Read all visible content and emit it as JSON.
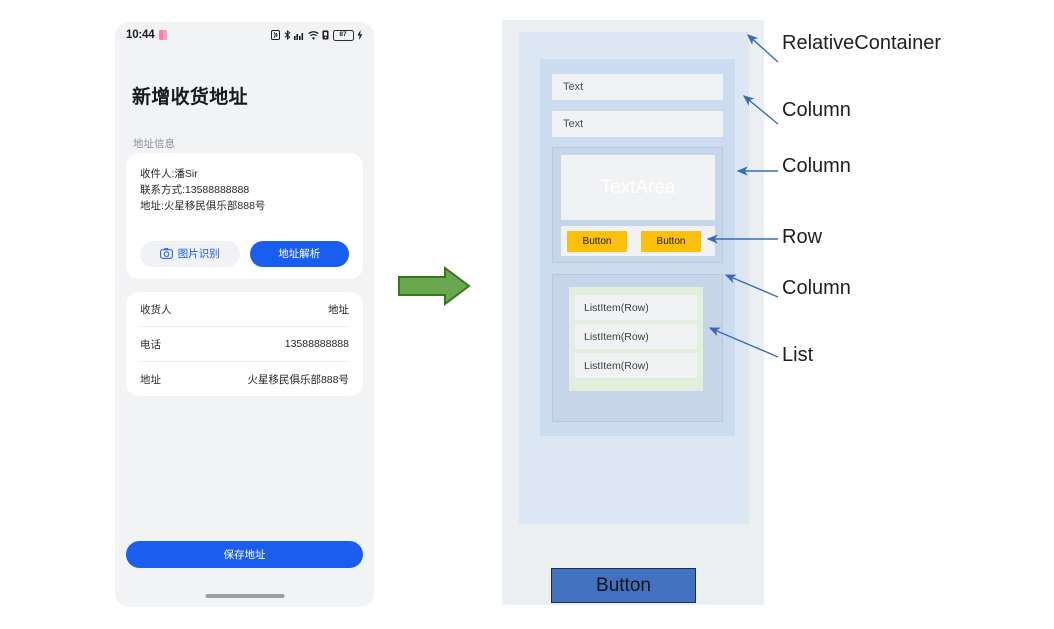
{
  "phone": {
    "status_bar": {
      "clock": "10:44",
      "icons": [
        "nfc-icon",
        "bluetooth-icon",
        "signal-bars-icon",
        "wifi-icon",
        "sim-icon"
      ],
      "battery_level": "87",
      "charging": true
    },
    "page_title": "新增收货地址",
    "section_label": "地址信息",
    "address_card": {
      "text": "收件人:潘Sir\n联系方式:13588888888\n地址:火星移民俱乐部888号",
      "ocr_button": "图片识别",
      "parse_button": "地址解析"
    },
    "info_rows": [
      {
        "key": "收货人",
        "value": "地址"
      },
      {
        "key": "电话",
        "value": "13588888888"
      },
      {
        "key": "地址",
        "value": "火星移民俱乐部888号"
      }
    ],
    "save_button": "保存地址"
  },
  "diagram": {
    "text_fields": [
      "Text",
      "Text"
    ],
    "textarea_label": "TextArea",
    "row_buttons": [
      "Button",
      "Button"
    ],
    "list_items": [
      "ListItem(Row)",
      "ListItem(Row)",
      "ListItem(Row)"
    ],
    "bottom_button": "Button"
  },
  "annotations": {
    "relative_container": "RelativeContainer",
    "column_1": "Column",
    "column_2": "Column",
    "row": "Row",
    "column_3": "Column",
    "list": "List"
  },
  "colors": {
    "phone_bg": "#f1f3f5",
    "primary_blue": "#1a5ef0",
    "relative_container": "#dce7f3",
    "outer_column": "#ccdcf0",
    "inner_column": "#c6d5ea",
    "list_container": "#e3eedc",
    "amber_button": "#fcc00a",
    "bottom_button": "#4272bf",
    "green_arrow": "#6aa84f",
    "annotation_arrow": "#3b6bb5"
  }
}
